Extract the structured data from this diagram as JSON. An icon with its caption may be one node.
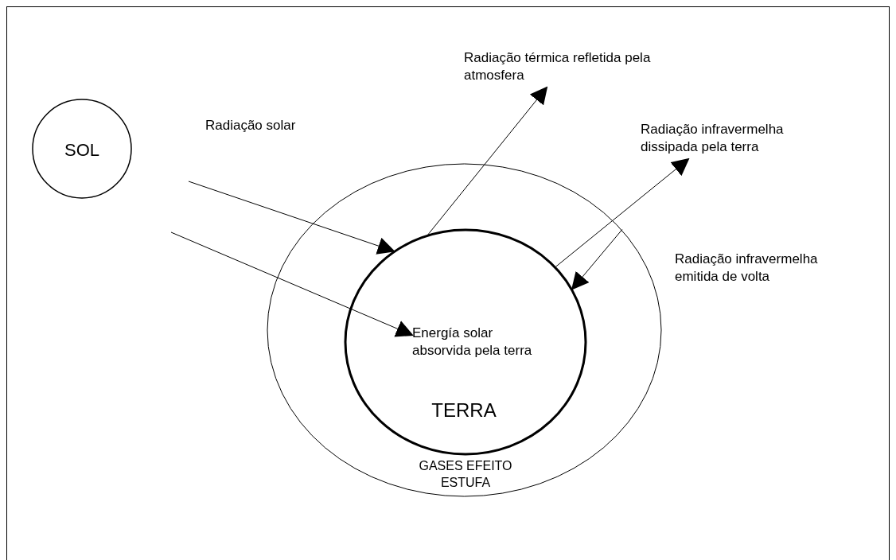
{
  "diagram": {
    "nodes": [
      {
        "text": [
          "SOL"
        ]
      },
      {
        "text": [
          "GASES EFEITO ESTUFA"
        ]
      },
      {
        "text": [
          "TERRA"
        ],
        "in": 1
      },
      {
        "text": [
          "Energía solar absorvida pela terra"
        ],
        "in": 2
      },
      {
        "text": [
          "Radiação térmica refletida pela atmosfera"
        ]
      },
      {
        "text": [
          "Radiação infravermelha dissipada pela terra"
        ]
      }
    ],
    "edges": [
      {
        "from": null,
        "to": 2,
        "arrow": "to"
      },
      {
        "from": null,
        "to": 3,
        "arrow": "to"
      },
      {
        "from": 2,
        "to": 4,
        "arrow": "to"
      },
      {
        "from": 2,
        "to": 5,
        "arrow": "to"
      },
      {
        "from": 1,
        "to": 2,
        "arrow": "to"
      }
    ],
    "labels": [
      "Radiação solar",
      "Radiação infravermelha emitida de volta"
    ]
  }
}
